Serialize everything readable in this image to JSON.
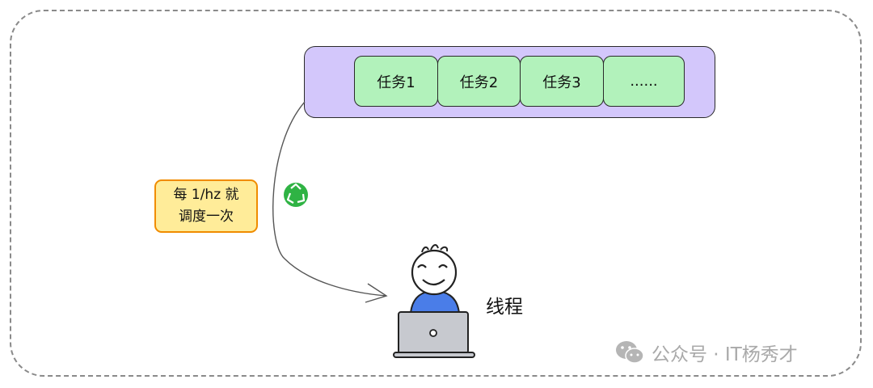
{
  "tasks": {
    "items": [
      {
        "label": "任务1"
      },
      {
        "label": "任务2"
      },
      {
        "label": "任务3"
      },
      {
        "label": "......"
      }
    ]
  },
  "note": {
    "line1": "每 1/hz 就",
    "line2": "调度一次"
  },
  "thread": {
    "label": "线程"
  },
  "watermark": {
    "text": "公众号 · IT杨秀才"
  },
  "colors": {
    "queue_fill": "#d3c7fb",
    "task_fill": "#b2f2bb",
    "note_fill": "#ffec99",
    "note_border": "#f08c00",
    "person_shirt": "#4a7de8",
    "laptop": "#c7c9cf",
    "recycle_badge": "#2fb344"
  },
  "icons": {
    "recycle": "recycle-icon",
    "person": "person-at-laptop-icon",
    "wechat": "wechat-icon"
  }
}
